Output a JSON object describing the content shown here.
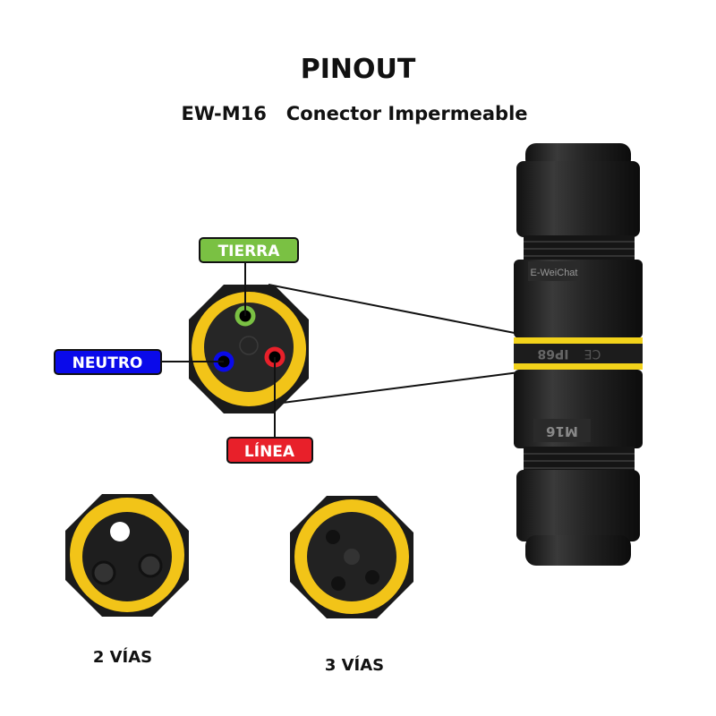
{
  "title": "PINOUT",
  "subtitle": "EW-M16   Conector Impermeable",
  "pins": {
    "tierra": {
      "label": "TIERRA",
      "color": "#7ac143"
    },
    "neutro": {
      "label": "NEUTRO",
      "color": "#0a0aea"
    },
    "linea": {
      "label": "LÍNEA",
      "color": "#e8202a"
    }
  },
  "variants": [
    {
      "label": "2 VÍAS"
    },
    {
      "label": "3 VÍAS"
    }
  ],
  "product": {
    "brand_mark": "E-WeiChat",
    "rating": "IP68",
    "cert": "CE",
    "model": "M16",
    "accent": "#f2d21a"
  }
}
